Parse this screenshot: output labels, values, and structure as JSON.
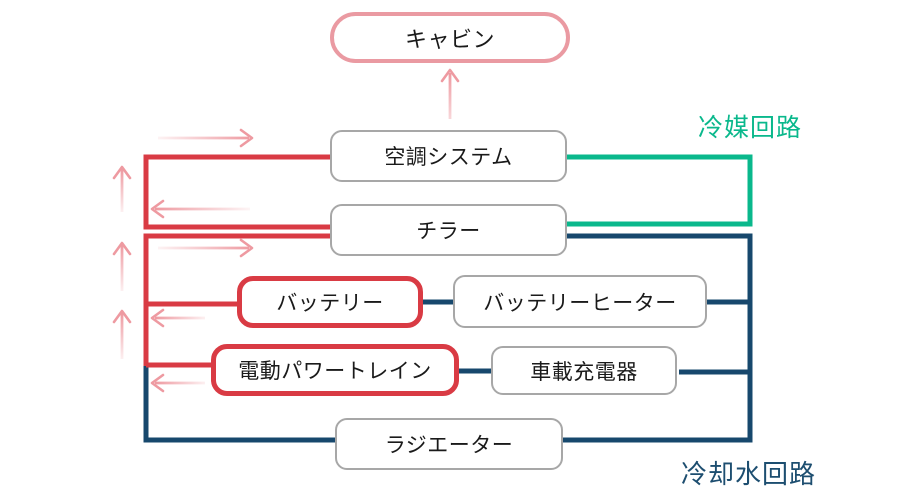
{
  "diagram": {
    "description": "EV thermal management circuit diagram",
    "nodes": {
      "cabin": {
        "label": "キャビン"
      },
      "hvac": {
        "label": "空調システム"
      },
      "chiller": {
        "label": "チラー"
      },
      "battery": {
        "label": "バッテリー"
      },
      "battery_heater": {
        "label": "バッテリーヒーター"
      },
      "powertrain": {
        "label": "電動パワートレイン"
      },
      "charger": {
        "label": "車載充電器"
      },
      "radiator": {
        "label": "ラジエーター"
      }
    },
    "circuits": {
      "refrigerant": {
        "label": "冷媒回路"
      },
      "coolant": {
        "label": "冷却水回路"
      }
    },
    "colors": {
      "active_red_line": "#d93b44",
      "refrigerant_green_line": "#0ab88c",
      "coolant_navy_line": "#17486d",
      "flow_arrow_pink": "#ee9aa1",
      "cabin_border_pink": "#ea9aa2",
      "node_border_gray": "#a7a7a7",
      "node_text": "#1a1a1a",
      "refrigerant_label_color": "#0ab88c",
      "coolant_label_color": "#1d4e70",
      "background": "#ffffff"
    }
  }
}
